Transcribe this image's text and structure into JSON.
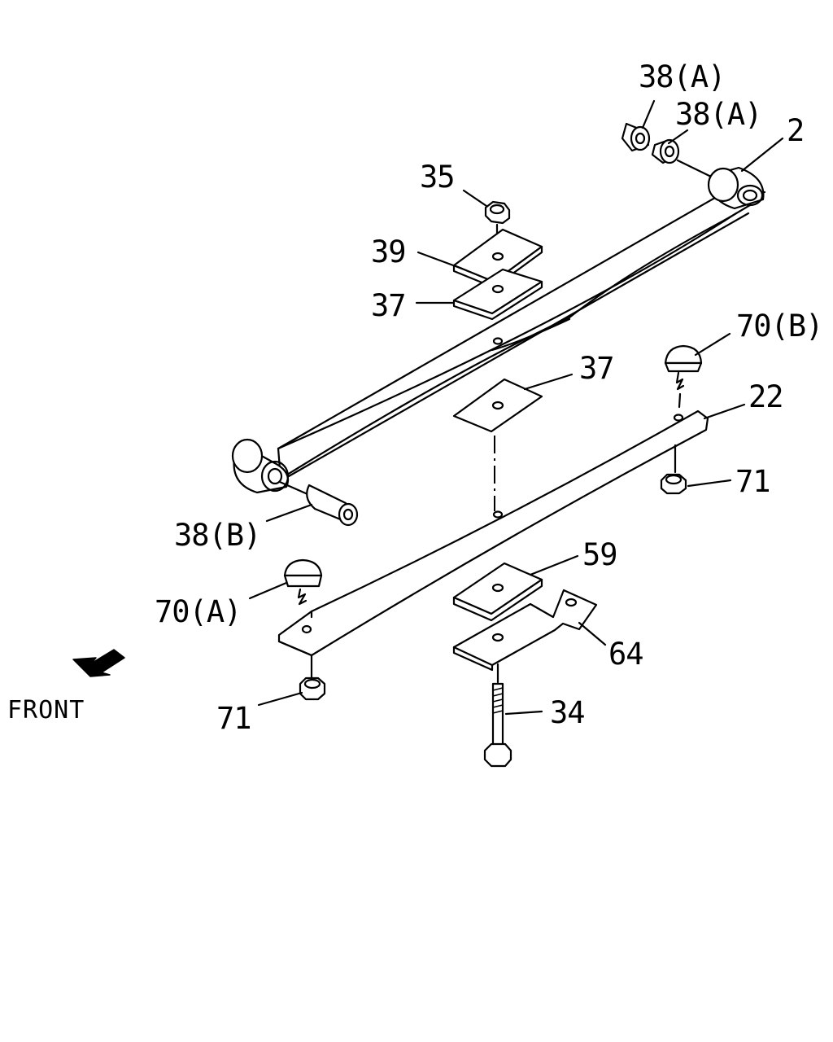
{
  "callouts": [
    {
      "id": "38A_1",
      "text": "38(A)"
    },
    {
      "id": "38A_2",
      "text": "38(A)"
    },
    {
      "id": "2",
      "text": "2"
    },
    {
      "id": "35",
      "text": "35"
    },
    {
      "id": "39",
      "text": "39"
    },
    {
      "id": "37_top",
      "text": "37"
    },
    {
      "id": "70B",
      "text": "70(B)"
    },
    {
      "id": "37_mid",
      "text": "37"
    },
    {
      "id": "22",
      "text": "22"
    },
    {
      "id": "71_right",
      "text": "71"
    },
    {
      "id": "38B",
      "text": "38(B)"
    },
    {
      "id": "59",
      "text": "59"
    },
    {
      "id": "70A",
      "text": "70(A)"
    },
    {
      "id": "64",
      "text": "64"
    },
    {
      "id": "71_left",
      "text": "71"
    },
    {
      "id": "34",
      "text": "34"
    }
  ],
  "front_indicator": {
    "text": "FRONT",
    "icon": "front-arrow-icon"
  }
}
